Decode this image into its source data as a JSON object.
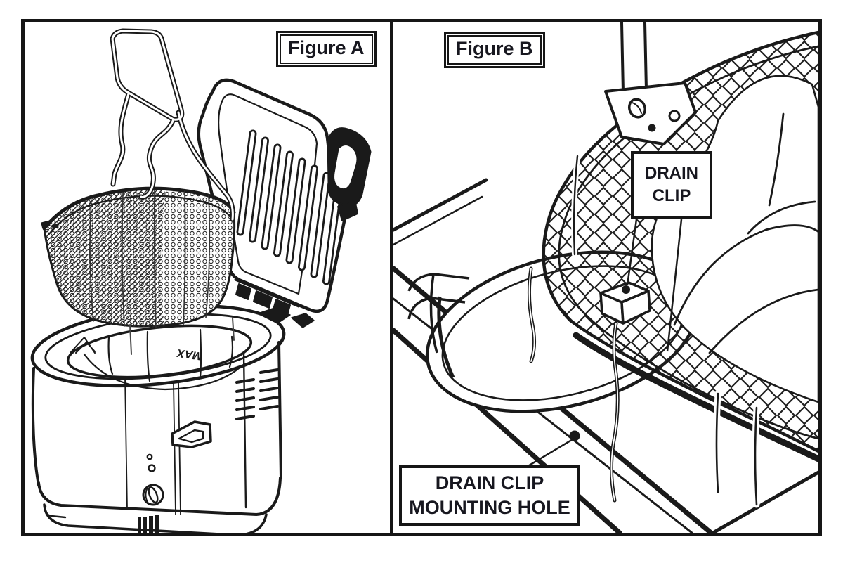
{
  "panels": {
    "figure_a": {
      "label": "Figure A",
      "max_marking": "MAX"
    },
    "figure_b": {
      "label": "Figure B",
      "drain_clip_label": {
        "line1": "DRAIN",
        "line2": "CLIP"
      },
      "mounting_hole_label": {
        "line1": "DRAIN CLIP",
        "line2": "MOUNTING HOLE"
      }
    }
  },
  "colors": {
    "ink": "#1a1a1a",
    "background": "#ffffff",
    "label_text": "#17171f"
  }
}
